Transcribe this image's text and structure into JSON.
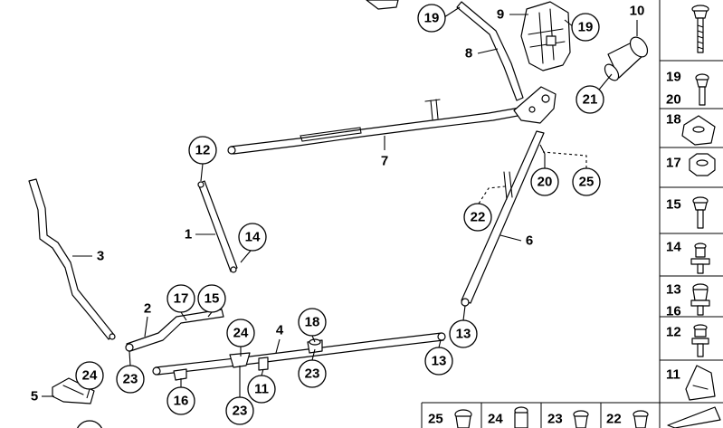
{
  "main_labels": {
    "p1": "1",
    "p2": "2",
    "p3": "3",
    "p4": "4",
    "p5": "5",
    "p6": "6",
    "p7": "7",
    "p8": "8",
    "p9": "9",
    "p10": "10"
  },
  "callouts": {
    "c19a": "19",
    "c19b": "19",
    "c21": "21",
    "c12": "12",
    "c14": "14",
    "c20": "20",
    "c25": "25",
    "c22": "22",
    "c17": "17",
    "c15": "15",
    "c24a": "24",
    "c18": "18",
    "c13a": "13",
    "c13b": "13",
    "c23a": "23",
    "c23b": "23",
    "c23c": "23",
    "c16": "16",
    "c11": "11",
    "c24b": "24"
  },
  "side_panel": {
    "top": "",
    "r19": "19",
    "r20": "20",
    "r18": "18",
    "r17": "17",
    "r15": "15",
    "r14": "14",
    "r13": "13",
    "r16": "16",
    "r12": "12",
    "r11": "11"
  },
  "bottom_row": {
    "b25": "25",
    "b24": "24",
    "b23": "23",
    "b22": "22"
  }
}
